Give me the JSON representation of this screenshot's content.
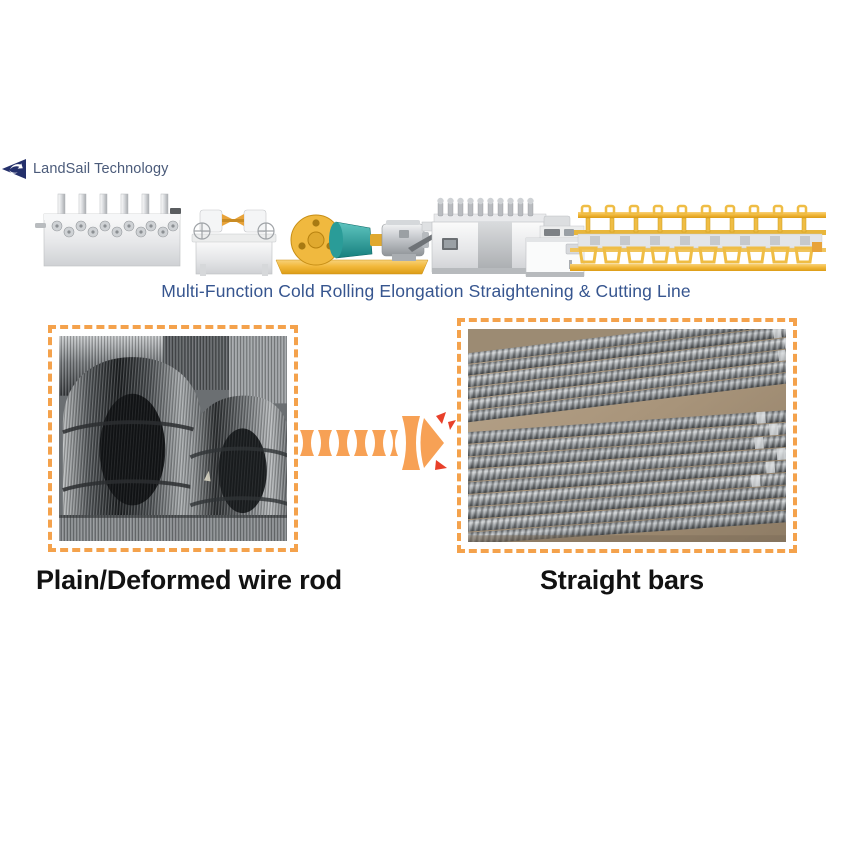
{
  "brand": {
    "logo_icon": "landsail-triangle-arrow-logo",
    "name": "LandSail Technology",
    "logo_color": "#24306b",
    "text_color": "#4b5b7a"
  },
  "product_line": {
    "illustration_icon": "cold-rolling-production-line-illustration",
    "caption": "Multi-Function Cold Rolling Elongation Straightening & Cutting Line",
    "caption_color": "#36558f",
    "units": [
      "pay-off-wire-rod-decoiler",
      "pre-straightening-frame",
      "cold-rolling-mill-with-motor",
      "elongation-straightening-machine",
      "control-cabinet",
      "cutting-and-collection-rack"
    ]
  },
  "panels": {
    "border_color": "#f4a24c",
    "left": {
      "photo_icon": "steel-wire-rod-coils-photo",
      "label": "Plain/Deformed wire rod"
    },
    "right": {
      "photo_icon": "straight-deformed-rebar-bars-photo",
      "label": "Straight bars"
    }
  },
  "arrow": {
    "icon": "segmented-chevron-arrow-right",
    "color": "#f7a155",
    "accent_color": "#e8402a",
    "segments": 6,
    "accent_marks": 3
  }
}
